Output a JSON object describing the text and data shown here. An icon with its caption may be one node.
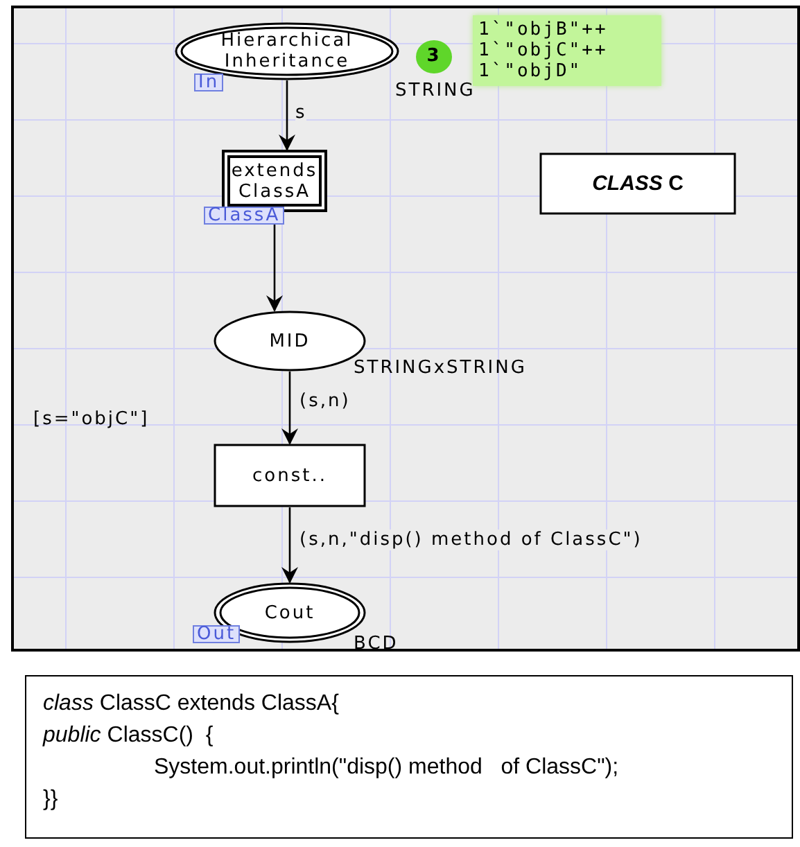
{
  "diagram": {
    "nodes": [
      {
        "text": [
          "Hierarchical Inheritance"
        ],
        "beside": [
          "In",
          "STRING",
          "3",
          "1`\"objB\"++ 1`\"objC\"++ 1`\"objD\""
        ]
      },
      {
        "text": [
          "extends ClassA"
        ],
        "beside": [
          "ClassA"
        ]
      },
      {
        "text": [
          "*CLASS* C"
        ]
      },
      {
        "text": [
          "MID"
        ],
        "beside": [
          "STRINGxSTRING"
        ]
      },
      {
        "text": [
          "const.."
        ],
        "beside": [
          "[s=\"objC\"]"
        ]
      },
      {
        "text": [
          "Cout"
        ],
        "beside": [
          "Out",
          "BCD"
        ]
      },
      {
        "text": [
          "*class* ClassC extends ClassA{",
          "*public* ClassC()  {",
          "System.out.println(\"disp() method   of ClassC\");",
          "}}"
        ]
      }
    ],
    "edges": [
      {
        "from": 0,
        "to": 1,
        "arrow": "to",
        "label": "s"
      },
      {
        "from": 1,
        "to": 3,
        "arrow": "to"
      },
      {
        "from": 3,
        "to": 4,
        "arrow": "to",
        "label": "(s,n)"
      },
      {
        "from": 4,
        "to": 5,
        "arrow": "to",
        "label": "(s,n,\"disp() method of ClassC\")"
      }
    ]
  }
}
